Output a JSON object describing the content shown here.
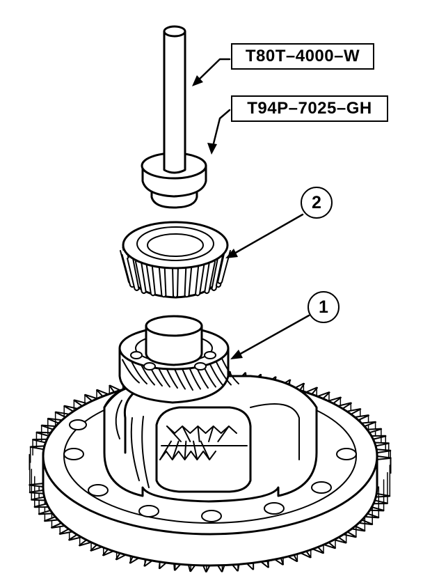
{
  "labels": {
    "tool_1": "T80T–4000–W",
    "tool_2": "T94P–7025–GH"
  },
  "callouts": {
    "item_1": "1",
    "item_2": "2"
  },
  "colors": {
    "ink": "#000000",
    "paper": "#ffffff"
  }
}
